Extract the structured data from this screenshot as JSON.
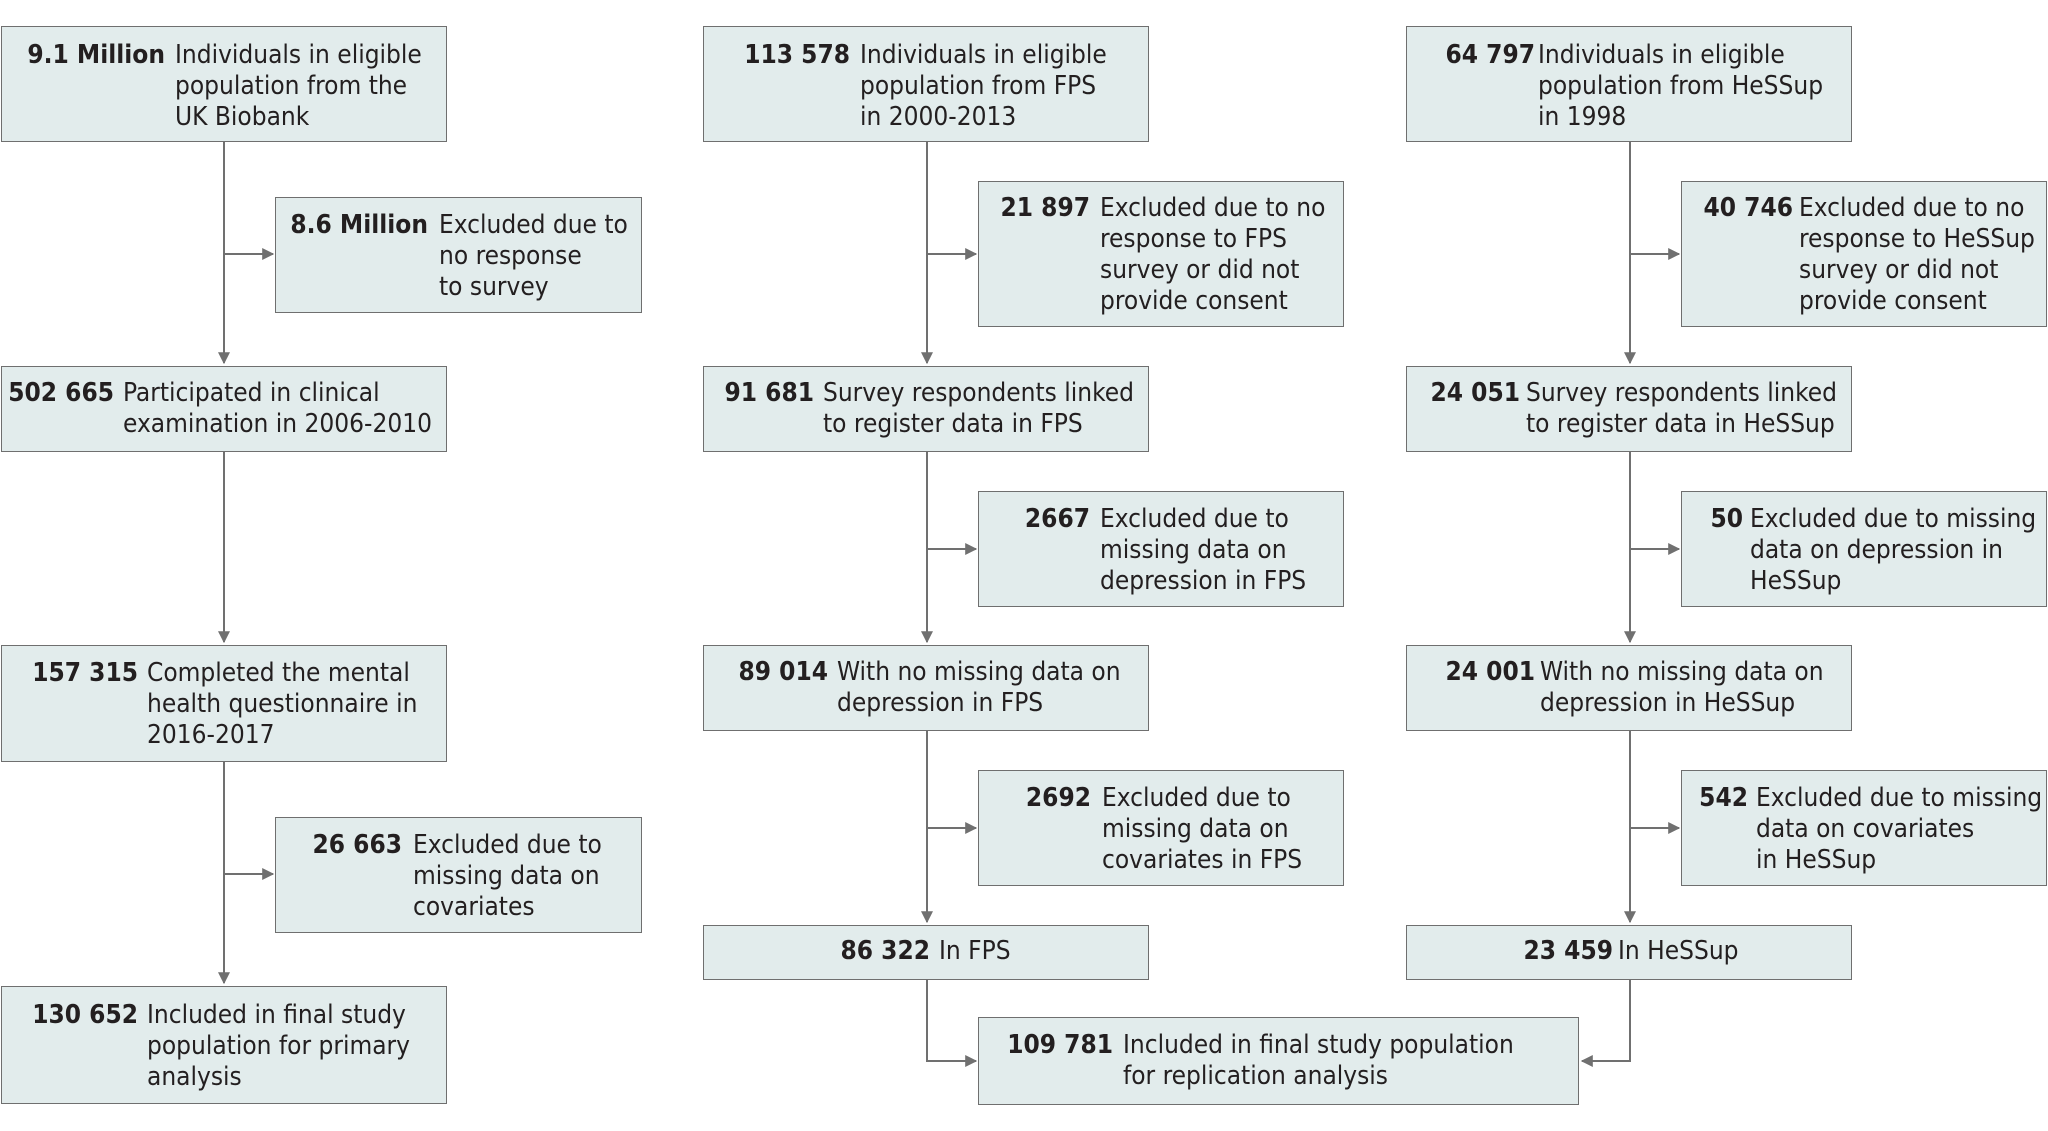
{
  "colors": {
    "box_fill": "#e2ecec",
    "box_border": "#6f6f6f",
    "line": "#707070",
    "text": "#231f20"
  },
  "boxes": {
    "uk_eligible": {
      "number": "9.1 Million",
      "text": "Individuals in eligible\npopulation from the\nUK Biobank"
    },
    "uk_excl_survey": {
      "number": "8.6 Million",
      "text": "Excluded due to\nno response\nto survey"
    },
    "uk_clinical": {
      "number": "502 665",
      "text": "Participated in clinical\nexamination in 2006-2010"
    },
    "uk_mental": {
      "number": "157 315",
      "text": "Completed the mental\nhealth questionnaire in\n2016-2017"
    },
    "uk_excl_cov": {
      "number": "26 663",
      "text": "Excluded due to\nmissing data on\ncovariates"
    },
    "uk_final": {
      "number": "130 652",
      "text": "Included in final study\npopulation for primary\nanalysis"
    },
    "fps_eligible": {
      "number": "113 578",
      "text": "Individuals in eligible\npopulation from FPS\nin 2000-2013"
    },
    "fps_excl_survey": {
      "number": "21 897",
      "text": "Excluded due to no\nresponse to FPS\nsurvey or did not\nprovide consent"
    },
    "fps_linked": {
      "number": "91 681",
      "text": "Survey respondents linked\nto register data in FPS"
    },
    "fps_excl_dep": {
      "number": "2667",
      "text": "Excluded due to\nmissing data on\ndepression in FPS"
    },
    "fps_nomissing": {
      "number": "89 014",
      "text": "With no missing data on\ndepression in FPS"
    },
    "fps_excl_cov": {
      "number": "2692",
      "text": "Excluded due to\nmissing data on\ncovariates in FPS"
    },
    "fps_in": {
      "number": "86 322",
      "text": "In FPS"
    },
    "hes_eligible": {
      "number": "64 797",
      "text": "Individuals in eligible\npopulation from HeSSup\nin 1998"
    },
    "hes_excl_survey": {
      "number": "40 746",
      "text": "Excluded due to no\nresponse to HeSSup\nsurvey or did not\nprovide consent"
    },
    "hes_linked": {
      "number": "24 051",
      "text": "Survey respondents linked\nto register data in HeSSup"
    },
    "hes_excl_dep": {
      "number": "50",
      "text": "Excluded due to missing\ndata on depression in\nHeSSup"
    },
    "hes_nomissing": {
      "number": "24 001",
      "text": "With no missing data on\ndepression in HeSSup"
    },
    "hes_excl_cov": {
      "number": "542",
      "text": "Excluded due to missing\ndata on covariates\nin HeSSup"
    },
    "hes_in": {
      "number": "23 459",
      "text": "In HeSSup"
    },
    "replication": {
      "number": "109 781",
      "text": "Included in final study population\nfor replication analysis"
    }
  }
}
